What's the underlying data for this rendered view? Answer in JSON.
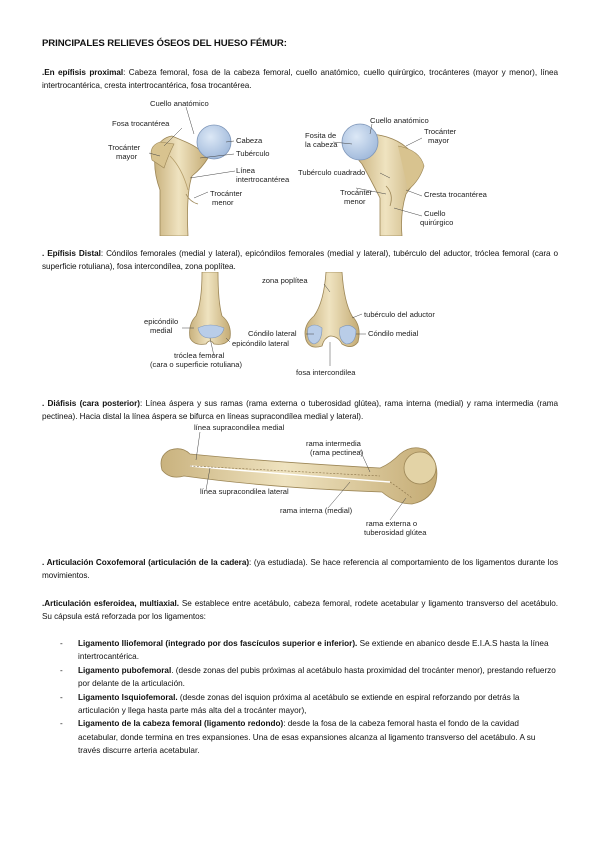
{
  "title": "PRINCIPALES RELIEVES ÓSEOS DEL HUESO FÉMUR:",
  "epifisis_proximal": {
    "heading": ".En epífisis proximal",
    "text": ": Cabeza femoral, fosa de la cabeza femoral, cuello anatómico, cuello quirúrgico, trocánteres (mayor y menor), línea intertrocantérica, cresta intertrocantérica, fosa trocantérea.",
    "figure_left": {
      "cuello_anatomico": "Cuello anatómico",
      "fosa_trocanterea": "Fosa trocantérea",
      "cabeza": "Cabeza",
      "trocanter_mayor_1": "Trocánter",
      "trocanter_mayor_2": "mayor",
      "tuberculo": "Tubérculo",
      "linea_1": "Línea",
      "linea_2": "intertrocantérea",
      "trocanter_menor_1": "Trocánter",
      "trocanter_menor_2": "menor"
    },
    "figure_right": {
      "cuello_anatomico": "Cuello anatómico",
      "fosita_1": "Fosita de",
      "fosita_2": "la cabeza",
      "trocanter_mayor_1": "Trocánter",
      "trocanter_mayor_2": "mayor",
      "tuberculo_cuadrado": "Tubérculo cuadrado",
      "trocanter_menor_1": "Trocánter",
      "trocanter_menor_2": "menor",
      "cresta": "Cresta trocantérea",
      "cuello_quir_1": "Cuello",
      "cuello_quir_2": "quirúrgico"
    }
  },
  "epifisis_distal": {
    "heading": ". Epífisis Distal",
    "text": ": Cóndilos femorales (medial y lateral), epicóndilos femorales (medial y lateral), tubérculo del aductor, tróclea femoral (cara o superficie rotuliana), fosa intercondílea, zona poplítea.",
    "figure": {
      "epicondilo_medial_1": "epicóndilo",
      "epicondilo_medial_2": "medial",
      "troclea_1": "tróclea femoral",
      "troclea_2": "(cara o superficie rotuliana)",
      "epicondilo_lateral": "epicóndilo lateral",
      "zona_poplitea": "zona poplítea",
      "tuberculo_aductor": "tubérculo del aductor",
      "condilo_lateral": "Cóndilo lateral",
      "condilo_medial": "Cóndilo medial",
      "fosa_intercondilea": "fosa intercondilea"
    }
  },
  "diafisis": {
    "heading": ". Diáfisis (cara posterior)",
    "text": ": Línea áspera y sus ramas (rama externa o tuberosidad glútea), rama interna (medial) y rama intermedia (rama pectinea). Hacia distal la línea áspera se bifurca en líneas supracondílea medial y lateral).",
    "figure": {
      "linea_medial": "línea supracondilea medial",
      "rama_intermedia_1": "rama intermedia",
      "rama_intermedia_2": "(rama pectinea)",
      "linea_lateral": "línea supracondilea lateral",
      "rama_interna": "rama interna (medial)",
      "rama_externa_1": "rama externa o",
      "rama_externa_2": "tuberosidad glútea"
    }
  },
  "articulacion": {
    "heading": ". Articulación Coxofemoral (articulación de la cadera)",
    "text": ": (ya estudiada). Se hace referencia al comportamiento de los ligamentos durante los movimientos."
  },
  "esferoidea": {
    "heading": ".Articulación esferoidea, multiaxial.",
    "text": " Se establece entre acetábulo, cabeza femoral, rodete acetabular y ligamento transverso del acetábulo. Su cápsula está reforzada por los ligamentos:"
  },
  "ligamentos": [
    {
      "name": "Ligamento Iliofemoral (integrado por dos fascículos superior e inferior).",
      "text": " Se extiende en abanico desde E.I.A.S hasta la línea intertrocantérica."
    },
    {
      "name": "Ligamento pubofemoral",
      "text": ". (desde zonas del pubis próximas al acetábulo hasta proximidad del trocánter menor), prestando refuerzo por delante de la articulación."
    },
    {
      "name": "Ligamento Isquiofemoral.",
      "text": " (desde zonas del isquion próxima al acetábulo se extiende en espiral reforzando por detrás la articulación y llega hasta parte más alta del a trocánter mayor),"
    },
    {
      "name": "Ligamento de la cabeza femoral (ligamento redondo)",
      "text": ": desde la fosa de la cabeza femoral hasta el fondo de la cavidad acetabular, donde termina en tres expansiones. Una de esas expansiones alcanza al ligamento transverso del acetábulo. A su través discurre arteria acetabular."
    }
  ],
  "list_dash": "-",
  "colors": {
    "bone": "#e8d9b0",
    "bone_shade": "#c9b27e",
    "cartilage": "#b9cde8",
    "text": "#111111"
  }
}
